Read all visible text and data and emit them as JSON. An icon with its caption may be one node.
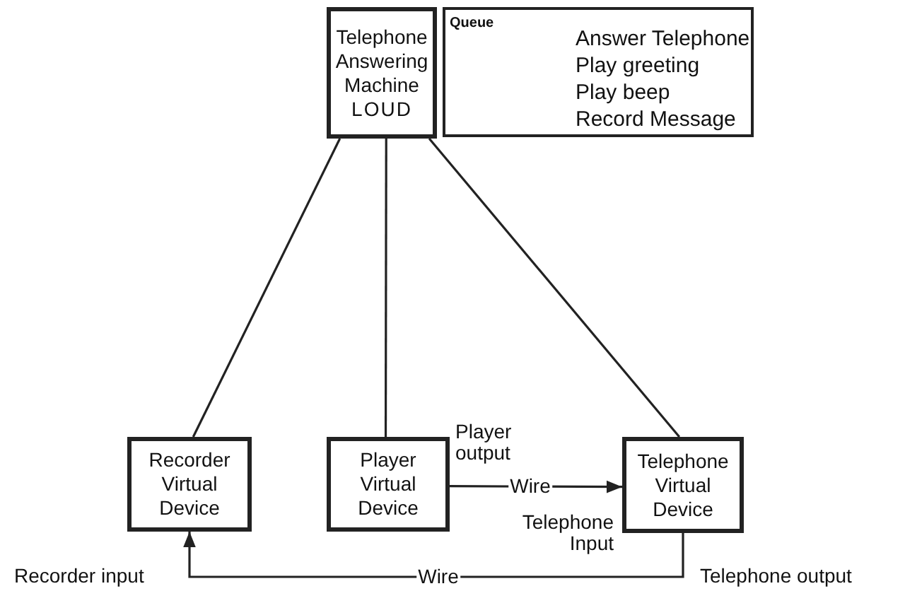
{
  "diagram": {
    "nodes": [
      {
        "text": [
          "Telephone Answering Machine",
          "LOUD"
        ]
      },
      {
        "text": [
          "Queue",
          "Answer Telephone",
          "Play greeting",
          "Play beep",
          "Record Message"
        ]
      },
      {
        "text": [
          "Recorder Virtual Device"
        ]
      },
      {
        "text": [
          "Player Virtual Device"
        ]
      },
      {
        "text": [
          "Telephone Virtual Device"
        ]
      }
    ],
    "edges": [
      {
        "from": 0,
        "to": 2,
        "arrow": "none"
      },
      {
        "from": 0,
        "to": 3,
        "arrow": "none"
      },
      {
        "from": 0,
        "to": 4,
        "arrow": "none"
      },
      {
        "from": 3,
        "to": 4,
        "arrow": "to",
        "label": "Wire"
      },
      {
        "from": 4,
        "to": 2,
        "arrow": "to",
        "label": "Wire"
      }
    ],
    "labels": [
      "Player output",
      "Telephone Input",
      "Recorder input",
      "Telephone output"
    ]
  }
}
